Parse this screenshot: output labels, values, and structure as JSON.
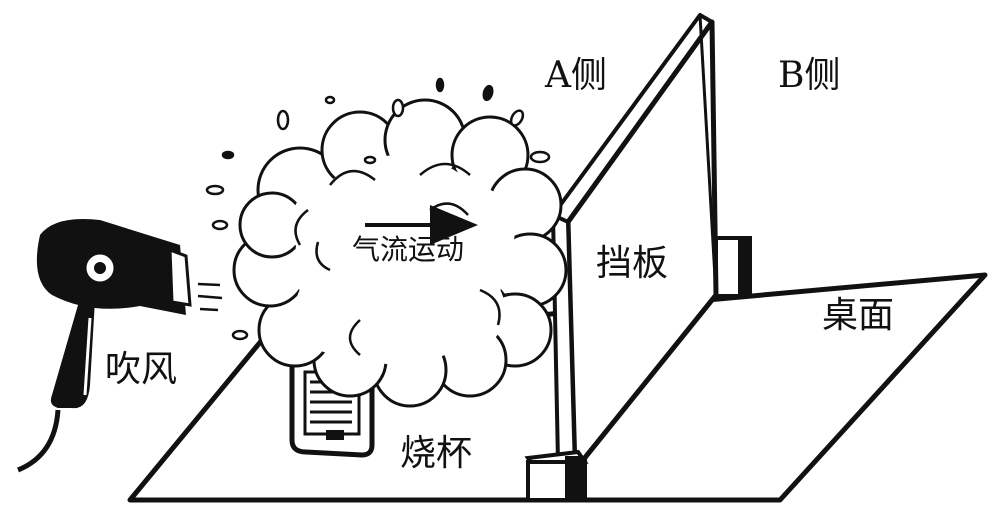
{
  "labels": {
    "side_a": "A侧",
    "side_b": "B侧",
    "airflow": "气流运动",
    "baffle": "挡板",
    "table": "桌面",
    "blow": "吹风",
    "beaker": "烧杯"
  },
  "colors": {
    "ink": "#111111",
    "paper": "#ffffff",
    "shade": "#e6e6e6"
  },
  "icons": {
    "hair_dryer": "hair-dryer-icon",
    "airflow_arrow": "arrow-right-icon"
  }
}
